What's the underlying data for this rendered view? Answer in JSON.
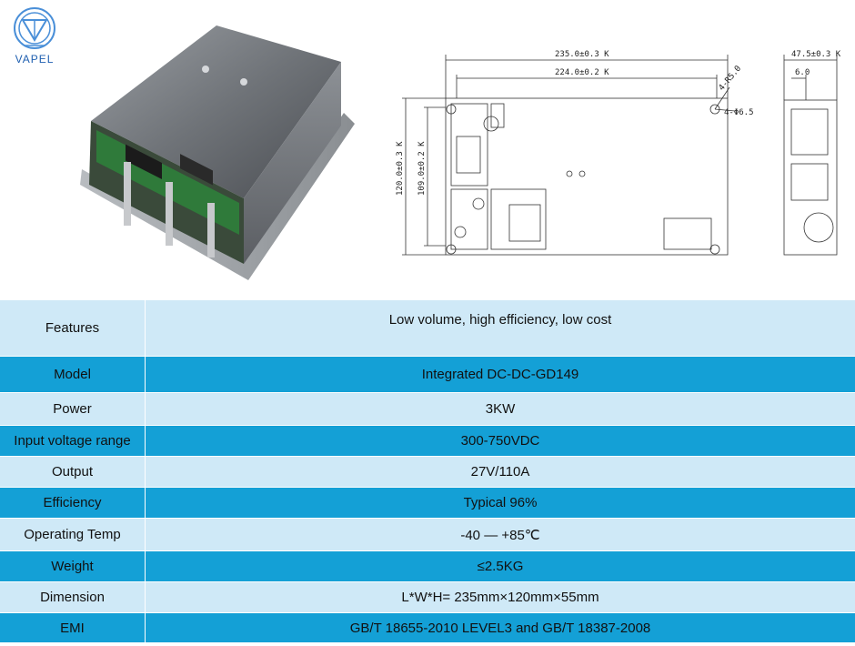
{
  "logo": {
    "text": "VAPEL",
    "color": "#1f5fb0"
  },
  "drawing": {
    "dim_total_width": "235.0±0.3 K",
    "dim_inner_width": "224.0±0.2 K",
    "dim_total_height": "120.0±0.3 K",
    "dim_inner_height": "109.0±0.2 K",
    "dim_depth": "47.5±0.3 K",
    "dim_flange": "6.0",
    "hole_radius": "4-R5.0",
    "hole_dia": "4-Φ6.5"
  },
  "colors": {
    "row_light": "#cfe9f7",
    "row_dark": "#14a0d6"
  },
  "spec": [
    {
      "label": "Features",
      "value": "Low volume, high efficiency, low cost"
    },
    {
      "label": "Model",
      "value": "Integrated DC-DC-GD149"
    },
    {
      "label": "Power",
      "value": "3KW"
    },
    {
      "label": "Input voltage range",
      "value": "300-750VDC"
    },
    {
      "label": "Output",
      "value": "27V/110A"
    },
    {
      "label": "Efficiency",
      "value": "Typical 96%"
    },
    {
      "label": "Operating Temp",
      "value": "-40 — +85℃"
    },
    {
      "label": "Weight",
      "value": "≤2.5KG"
    },
    {
      "label": "Dimension",
      "value": "L*W*H= 235mm×120mm×55mm"
    },
    {
      "label": "EMI",
      "value": "GB/T 18655-2010 LEVEL3 and GB/T 18387-2008"
    }
  ]
}
